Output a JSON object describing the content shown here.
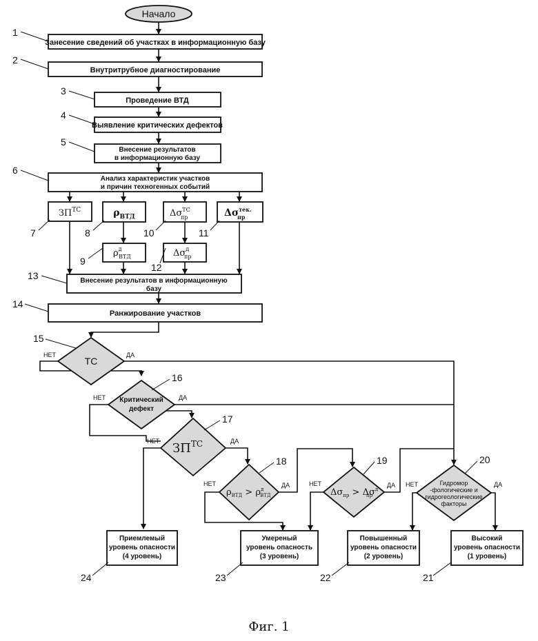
{
  "start": "Начало",
  "b1": "Занесение сведений об участках в информационную базу",
  "b2": "Внутритрубное диагностирование",
  "b3": "Проведение ВТД",
  "b4": "Выявление критических дефектов",
  "b5": [
    "Внесение результатов",
    "в информационную базу"
  ],
  "b6": [
    "Анализ характеристик участков",
    "и причин техногенных событий"
  ],
  "b7": {
    "main": "ЗП",
    "sup": "ТС"
  },
  "b8": {
    "main": "ρ",
    "sub": "ВТД"
  },
  "b9": {
    "main": "ρ",
    "sup": "д",
    "sub": "ВТД"
  },
  "b10": {
    "main": "Δσ",
    "sup": "ТС",
    "sub": "пр"
  },
  "b11": {
    "main": "Δσ",
    "sup": "тек.",
    "sub": "пр"
  },
  "b12": {
    "main": "Δσ",
    "sup": "д",
    "sub": "пр"
  },
  "b13": [
    "Внесение результатов в информационную",
    "базу"
  ],
  "b14": "Ранжирование участков",
  "d15": "ТС",
  "d16": [
    "Критический",
    "дефект"
  ],
  "d17": {
    "main": "ЗП",
    "sup": "ТС"
  },
  "d18": {
    "a": "ρ",
    "a_sub": "ВТД",
    "op": " > ",
    "b": "ρ",
    "b_sup": "д",
    "b_sub": "ВТД"
  },
  "d19": {
    "a": "Δσ",
    "a_sub": "пр",
    "op": " > ",
    "b": "Δσ",
    "b_sup": "д",
    "b_sub": "пр"
  },
  "d20": [
    "Гидромор",
    "-фологические и",
    "гидрогеологические",
    "факторы"
  ],
  "o24": [
    "Приемлемый",
    "уровень опасности",
    "(4 уровень)"
  ],
  "o23": [
    "Умереный",
    "уровень опасность",
    "(3 уровень)"
  ],
  "o22": [
    "Повышенный",
    "уровень опасности",
    "(2 уровень)"
  ],
  "o21": [
    "Высокий",
    "уровень опасности",
    "(1 уровень)"
  ],
  "yes": "ДА",
  "no": "НЕТ",
  "numbers": [
    "1",
    "2",
    "3",
    "4",
    "5",
    "6",
    "7",
    "8",
    "9",
    "10",
    "11",
    "12",
    "13",
    "14",
    "15",
    "16",
    "17",
    "18",
    "19",
    "20",
    "21",
    "22",
    "23",
    "24"
  ],
  "caption": "Фиг. 1"
}
